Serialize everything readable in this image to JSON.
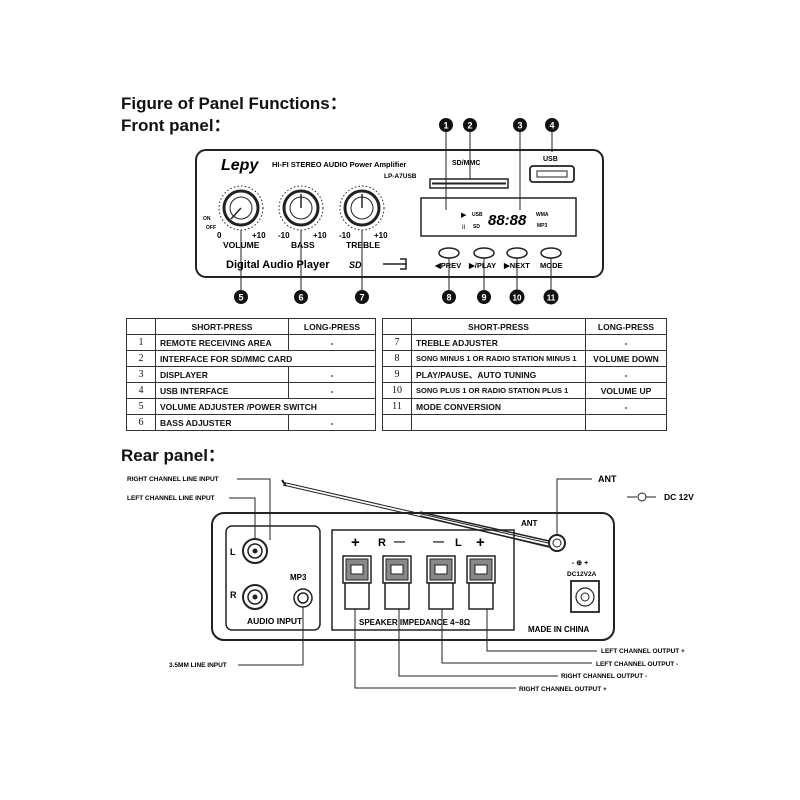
{
  "headings": {
    "figure": "Figure of Panel Functions：",
    "front": "Front panel：",
    "rear": "Rear panel："
  },
  "front_panel": {
    "brand": "Lepy",
    "product_line": "HI-FI STEREO AUDIO Power Amplifier",
    "model": "LP-A7USB",
    "knobs": [
      {
        "label": "VOLUME",
        "min": "0",
        "max": "+10",
        "extra_on": "ON",
        "extra_off": "OFF"
      },
      {
        "label": "BASS",
        "min": "-10",
        "max": "+10"
      },
      {
        "label": "TREBLE",
        "min": "-10",
        "max": "+10"
      }
    ],
    "subtitle": "Digital Audio Player",
    "sd_logo": "SD",
    "slot_label": "SD/MMC",
    "usb_label": "USB",
    "display": {
      "digits": "88:88",
      "usb": "USB",
      "sd": "SD",
      "wma": "WMA",
      "mp3": "MP3"
    },
    "buttons": [
      "◀PREV",
      "▶/PLAY",
      "▶NEXT",
      "MODE"
    ],
    "callouts_top": [
      "1",
      "2",
      "3",
      "4"
    ],
    "callouts_bottom": [
      "5",
      "6",
      "7",
      "8",
      "9",
      "10",
      "11"
    ]
  },
  "table_left": {
    "headers": [
      "",
      "SHORT-PRESS",
      "LONG-PRESS"
    ],
    "rows": [
      {
        "num": "1",
        "short": "REMOTE RECEIVING AREA",
        "long": "-"
      },
      {
        "num": "2",
        "short": "INTERFACE FOR SD/MMC CARD",
        "long": ""
      },
      {
        "num": "3",
        "short": "DISPLAYER",
        "long": "-"
      },
      {
        "num": "4",
        "short": "USB INTERFACE",
        "long": "-"
      },
      {
        "num": "5",
        "short": "VOLUME ADJUSTER /POWER SWITCH",
        "long": ""
      },
      {
        "num": "6",
        "short": "BASS ADJUSTER",
        "long": "-"
      }
    ]
  },
  "table_right": {
    "headers": [
      "",
      "SHORT-PRESS",
      "LONG-PRESS"
    ],
    "rows": [
      {
        "num": "7",
        "short": "TREBLE ADJUSTER",
        "long": "-"
      },
      {
        "num": "8",
        "short": "SONG MINUS 1 OR RADIO STATION MINUS 1",
        "long": "VOLUME DOWN"
      },
      {
        "num": "9",
        "short": "PLAY/PAUSE、AUTO TUNING",
        "long": "-"
      },
      {
        "num": "10",
        "short": "SONG PLUS 1 OR RADIO STATION PLUS 1",
        "long": "VOLUME UP"
      },
      {
        "num": "11",
        "short": "MODE CONVERSION",
        "long": "-"
      },
      {
        "num": "",
        "short": "",
        "long": ""
      }
    ]
  },
  "rear_panel": {
    "ant": "ANT",
    "ant_panel": "ANT",
    "dc_label": "DC 12V",
    "dc_panel": "DC12V2A",
    "made_in": "MADE IN CHINA",
    "audio_input": "AUDIO INPUT",
    "mp3": "MP3",
    "l": "L",
    "r": "R",
    "speaker_signs": {
      "plus_r": "+",
      "r": "R",
      "minus_r": "—",
      "minus_l": "—",
      "l": "L",
      "plus_l": "+"
    },
    "speaker_impedance": "SPEAKER IMPEDANCE 4~8Ω",
    "callouts": {
      "right_line_in": "RIGHT CHANNEL LINE INPUT",
      "left_line_in": "LEFT CHANNEL LINE INPUT",
      "line_in_35": "3.5MM LINE INPUT",
      "left_out_plus": "LEFT CHANNEL OUTPUT +",
      "left_out_minus": "LEFT CHANNEL OUTPUT -",
      "right_out_minus": "RIGHT CHANNEL OUTPUT -",
      "right_out_plus": "RIGHT CHANNEL OUTPUT +"
    }
  }
}
